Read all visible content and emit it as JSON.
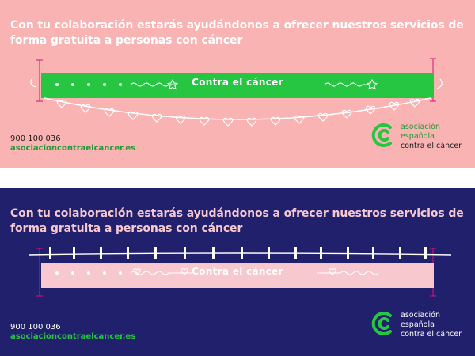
{
  "colors": {
    "pink_bg": "#f9b3b3",
    "navy_bg": "#21206c",
    "green": "#27c642",
    "light_pink": "#f7c9cf",
    "white": "#ffffff",
    "dark": "#1d1d1d",
    "magenta": "#d6127a"
  },
  "top": {
    "headline": "Con tu colaboración estarás ayudándonos a ofrecer nuestros servicios de forma gratuita a personas con cáncer",
    "band_label": "Contra el cáncer",
    "phone": "900 100 036",
    "website": "asociacioncontraelcancer.es",
    "logo": {
      "icon": "aecc-logo-icon",
      "line1": "asociación",
      "line2": "española",
      "line3": "contra el cáncer"
    }
  },
  "bottom": {
    "headline": "Con tu colaboración estarás ayudándonos a ofrecer nuestros servicios de forma gratuita a personas con cáncer",
    "band_label": "Contra el cáncer",
    "phone": "900 100 036",
    "website": "asociacioncontraelcancer.es",
    "logo": {
      "icon": "aecc-logo-icon",
      "line1": "asociación",
      "line2": "española",
      "line3": "contra el cáncer"
    }
  }
}
